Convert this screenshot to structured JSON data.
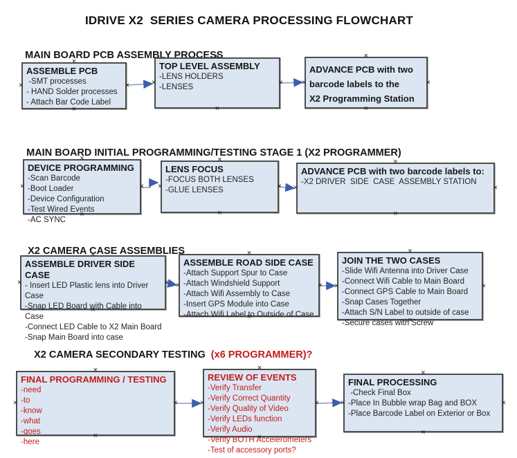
{
  "title": "IDRIVE X2  SERIES CAMERA PROCESSING FLOWCHART",
  "colors": {
    "accent_red": "#c21d1d",
    "box_fill": "#dce6f2",
    "box_border": "#4d4d4d",
    "arrow_line": "#8a9ab5",
    "arrow_head": "#3b5fac"
  },
  "icons": {
    "connection_handle": "×"
  },
  "sections": [
    {
      "heading": "MAIN BOARD PCB ASSEMBLY PROCESS",
      "boxes": [
        {
          "title": "ASSEMBLE PCB",
          "items": [
            " -SMT processes",
            "- HAND Solder processes",
            "- Attach Bar Code Label"
          ]
        },
        {
          "title": "TOP LEVEL ASSEMBLY",
          "items": [
            "-LENS HOLDERS",
            "-LENSES"
          ]
        },
        {
          "title": "ADVANCE PCB with two\nbarcode labels to the\n X2 Programming Station",
          "items": []
        }
      ]
    },
    {
      "heading": "MAIN BOARD INITIAL PROGRAMMING/TESTING STAGE 1 (X2 PROGRAMMER)",
      "boxes": [
        {
          "title": "DEVICE PROGRAMMING",
          "items": [
            "-Scan Barcode",
            "-Boot Loader",
            "-Device Configuration",
            "-Test Wired Events",
            "-AC SYNC"
          ]
        },
        {
          "title": "LENS FOCUS",
          "items": [
            "-FOCUS BOTH LENSES",
            "-GLUE LENSES"
          ]
        },
        {
          "title": "ADVANCE PCB with two barcode labels to:",
          "items": [
            "-X2 DRIVER  SIDE  CASE  ASSEMBLY STATION"
          ]
        }
      ]
    },
    {
      "heading": "X2 CAMERA CASE ASSEMBLIES",
      "boxes": [
        {
          "title": "ASSEMBLE DRIVER SIDE CASE",
          "items": [
            "- Insert LED Plastic lens into Driver Case",
            "-Snap LED Board with Cable into Case",
            "-Connect LED Cable to X2 Main Board",
            "-Snap Main Board into case"
          ]
        },
        {
          "title": "ASSEMBLE ROAD SIDE CASE",
          "items": [
            "-Attach Support Spur to Case",
            "-Attach Windshield Support",
            "-Attach Wifi Assembly to Case",
            "-Insert GPS Module into Case",
            "-Attach Wifi Label to Outside of Case"
          ]
        },
        {
          "title": "JOIN THE TWO CASES",
          "items": [
            "-Slide Wifi Antenna into Driver Case",
            "-Connect Wifi Cable to Main Board",
            "-Connect GPS Cable to Main Board",
            "-Snap Cases Together",
            "-Attach S/N Label to outside of case",
            "-Secure cases with Screw"
          ]
        }
      ]
    },
    {
      "heading": "X2 CAMERA SECONDARY TESTING  ",
      "heading_suffix": "(x6 PROGRAMMER)?",
      "boxes": [
        {
          "title": "FINAL PROGRAMMING / TESTING",
          "items": [
            "-need",
            "-to",
            "-know",
            "-what",
            "-goes",
            "-here"
          ]
        },
        {
          "title": "REVIEW OF EVENTS",
          "items": [
            "-Verify Transfer",
            "-Verify Correct Quantity",
            "-Verify Quality of Video",
            "-Verify LEDs function",
            "-Verify Audio",
            "-Verify BOTH Accelerometers",
            "-Test of accessory ports?"
          ]
        },
        {
          "title": "FINAL PROCESSING",
          "items": [
            " -Check Final Box",
            "-Place In Bubble wrap Bag and BOX",
            "-Place Barcode Label on Exterior or Box"
          ]
        }
      ]
    }
  ]
}
